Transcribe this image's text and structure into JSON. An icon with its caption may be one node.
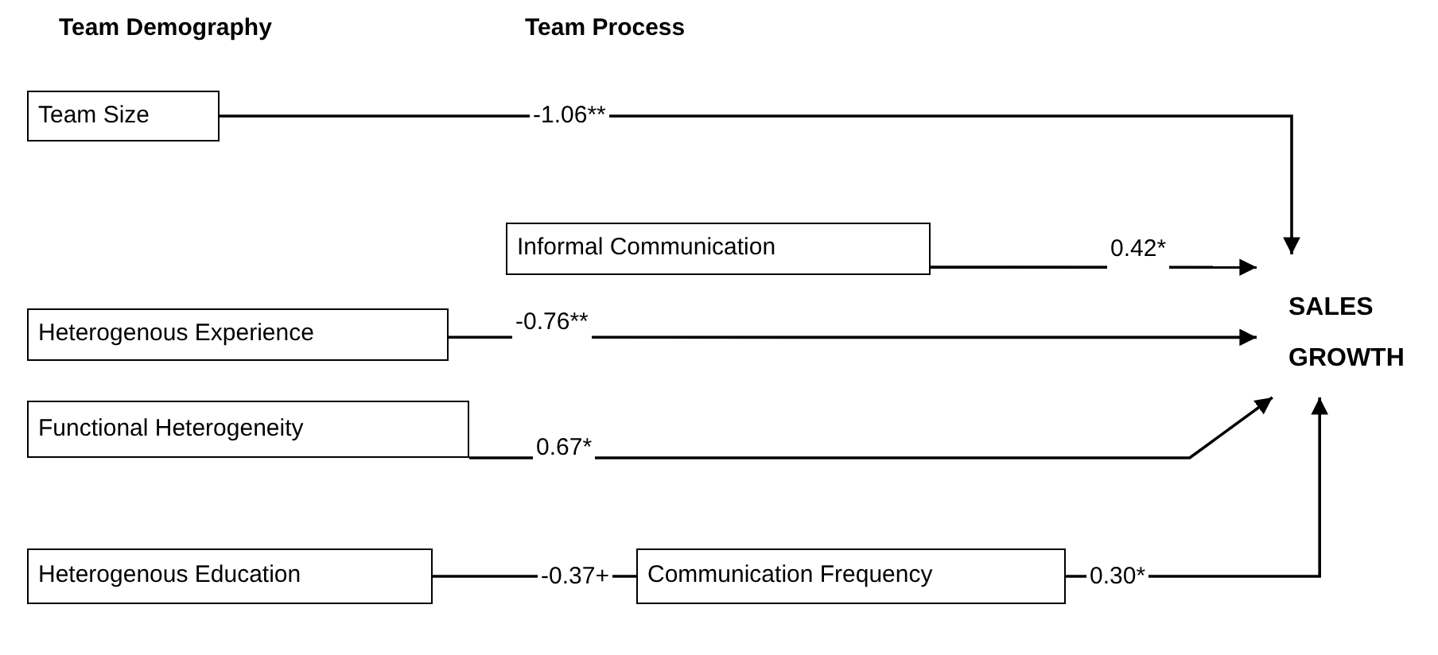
{
  "diagram": {
    "nodes": [
      {
        "text": [
          "Team Size"
        ]
      },
      {
        "text": [
          "Informal Communication"
        ]
      },
      {
        "text": [
          "Heterogenous Experience"
        ]
      },
      {
        "text": [
          "Functional Heterogeneity"
        ]
      },
      {
        "text": [
          "Heterogenous Education"
        ]
      },
      {
        "text": [
          "Communication Frequency"
        ]
      },
      {
        "text": [
          "SALES GROWTH"
        ]
      }
    ],
    "edges": [
      {
        "from": 0,
        "to": 6,
        "arrow": "to",
        "label": "-1.06**"
      },
      {
        "from": 1,
        "to": 6,
        "arrow": "to",
        "label": "0.42*"
      },
      {
        "from": 2,
        "to": 6,
        "arrow": "to",
        "label": "-0.76**"
      },
      {
        "from": 3,
        "to": 6,
        "arrow": "to",
        "label": "0.67*"
      },
      {
        "from": 4,
        "to": 5,
        "arrow": "none",
        "label": "-0.37+"
      },
      {
        "from": 5,
        "to": 6,
        "arrow": "to",
        "label": "0.30*"
      }
    ],
    "labels": [
      "Team Demography",
      "Team Process"
    ]
  }
}
